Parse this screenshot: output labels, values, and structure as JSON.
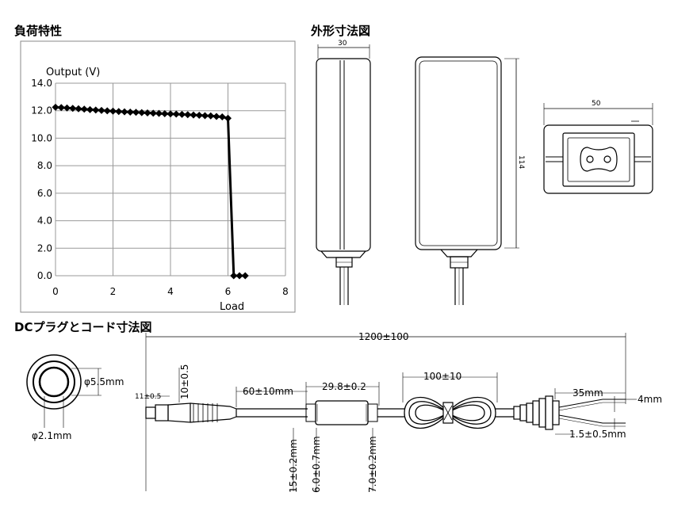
{
  "sections": {
    "load_characteristics": "負荷特性",
    "outline_dimensions": "外形寸法図",
    "dc_plug_cord": "DCプラグとコード寸法図"
  },
  "chart_data": {
    "type": "line",
    "title": "",
    "ylabel": "Output (V)",
    "xlabel": "Load",
    "xlim": [
      0,
      8
    ],
    "ylim": [
      0,
      14
    ],
    "x_ticks": [
      "0",
      "2",
      "4",
      "6",
      "8"
    ],
    "y_ticks": [
      "0.0",
      "2.0",
      "4.0",
      "6.0",
      "8.0",
      "10.0",
      "12.0",
      "14.0"
    ],
    "grid": true,
    "marker": "diamond",
    "color": "#000000",
    "x": [
      0.0,
      0.2,
      0.4,
      0.6,
      0.8,
      1.0,
      1.2,
      1.4,
      1.6,
      1.8,
      2.0,
      2.2,
      2.4,
      2.6,
      2.8,
      3.0,
      3.2,
      3.4,
      3.6,
      3.8,
      4.0,
      4.2,
      4.4,
      4.6,
      4.8,
      5.0,
      5.2,
      5.4,
      5.6,
      5.8,
      6.0,
      6.2,
      6.4,
      6.6
    ],
    "y": [
      12.25,
      12.23,
      12.2,
      12.17,
      12.14,
      12.11,
      12.08,
      12.05,
      12.02,
      11.99,
      11.97,
      11.94,
      11.92,
      11.9,
      11.88,
      11.86,
      11.84,
      11.82,
      11.8,
      11.78,
      11.77,
      11.75,
      11.73,
      11.71,
      11.69,
      11.67,
      11.64,
      11.62,
      11.58,
      11.55,
      11.45,
      0.0,
      0.0,
      0.0
    ]
  },
  "outline": {
    "width_side": "30",
    "height": "114",
    "width_end": "50"
  },
  "plug": {
    "outer_diameter": "φ5.5mm",
    "inner_diameter": "φ2.1mm"
  },
  "cord_dims": {
    "total_length": "1200±100",
    "tip_length": "11±0.5",
    "plug_length": "10±0.5",
    "plug_to_core": "60±10mm",
    "core_length": "29.8±0.2",
    "coil_length": "100±10",
    "strip_length": "35mm",
    "wire_end": "4mm",
    "strip_tin": "1.5±0.5mm",
    "v1": "15±0.2mm",
    "v2": "6.0±0.7mm",
    "v3": "7.0±0.2mm"
  }
}
